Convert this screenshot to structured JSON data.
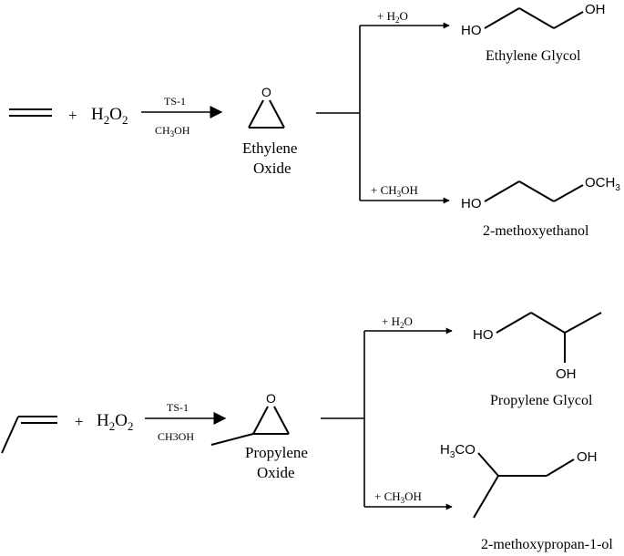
{
  "scheme1": {
    "plus1": "+",
    "reagent_main": "H",
    "reagent_sub1": "2",
    "reagent_mid": "O",
    "reagent_sub2": "2",
    "catalyst": "TS-1",
    "solvent_main": "CH",
    "solvent_sub": "3",
    "solvent_end": "OH",
    "epoxide_o": "O",
    "intermediate_line1": "Ethylene",
    "intermediate_line2": "Oxide",
    "branch_top_label": "+ H",
    "branch_top_sub": "2",
    "branch_top_end": "O",
    "branch_bottom_label": "+ CH",
    "branch_bottom_sub": "3",
    "branch_bottom_end": "OH",
    "product1_ho": "HO",
    "product1_oh": "OH",
    "product1_name": "Ethylene Glycol",
    "product2_ho": "HO",
    "product2_och": "OCH",
    "product2_sub": "3",
    "product2_name": "2-methoxyethanol"
  },
  "scheme2": {
    "plus1": "+",
    "reagent_main": "H",
    "reagent_sub1": "2",
    "reagent_mid": "O",
    "reagent_sub2": "2",
    "catalyst": "TS-1",
    "solvent": "CH3OH",
    "epoxide_o": "O",
    "intermediate_line1": "Propylene",
    "intermediate_line2": "Oxide",
    "branch_top_label": "+ H",
    "branch_top_sub": "2",
    "branch_top_end": "O",
    "branch_bottom_label": "+ CH",
    "branch_bottom_sub": "3",
    "branch_bottom_end": "OH",
    "product1_ho": "HO",
    "product1_oh": "OH",
    "product1_name": "Propylene Glycol",
    "product2_h": "H",
    "product2_sub": "3",
    "product2_co": "CO",
    "product2_oh": "OH",
    "product2_name": "2-methoxypropan-1-ol"
  }
}
